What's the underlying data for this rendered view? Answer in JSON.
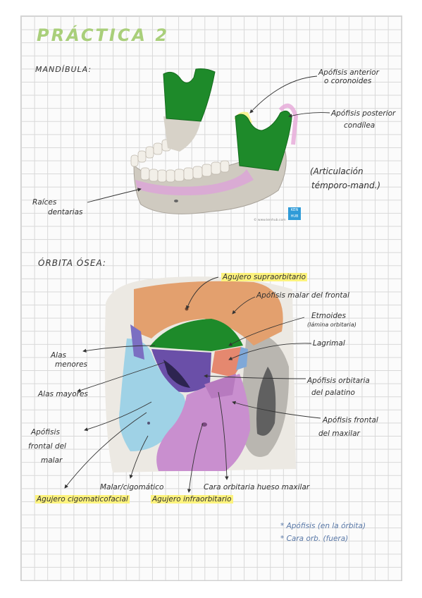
{
  "title": "PRÁCTICA 2",
  "mandible": {
    "heading": "MANDÍBULA:",
    "labels": {
      "coronoid_1": "Apófisis anterior",
      "coronoid_2": "o coronoides",
      "condylar_1": "Apófisis posterior",
      "condylar_2": "condílea",
      "joint_1": "(Articulación",
      "joint_2": "témporo-mand.)",
      "roots_1": "Raíces",
      "roots_2": "dentarias"
    },
    "badge": "KEN HUB",
    "credit": "© www.kenhub.com"
  },
  "orbit": {
    "heading": "ÓRBITA ÓSEA:",
    "labels": {
      "supraorbital": "Agujero supraorbitario",
      "zygomatic_process_frontal": "Apófisis malar del frontal",
      "ethmoid": "Etmoides",
      "ethmoid_sub": "(lámina orbitaria)",
      "lacrimal": "Lagrimal",
      "lesser_wings_1": "Alas",
      "lesser_wings_2": "menores",
      "greater_wings": "Alas mayores",
      "orbital_process_palatine_1": "Apófisis orbitaria",
      "orbital_process_palatine_2": "del palatino",
      "frontal_process_maxilla_1": "Apófisis frontal",
      "frontal_process_maxilla_2": "del maxilar",
      "frontal_process_zygoma_1": "Apófisis",
      "frontal_process_zygoma_2": "frontal del",
      "frontal_process_zygoma_3": "malar",
      "malar": "Malar/cigomático",
      "orbital_face_maxilla": "Cara orbitaria hueso maxilar",
      "zygomaticofacial": "Agujero cigomaticofacial",
      "infraorbital": "Agujero infraorbitario"
    }
  },
  "legend": {
    "line1": "* Apófisis (en la órbita)",
    "line2": "* Cara orb. (fuera)"
  },
  "colors": {
    "title_green": "#a9cf7a",
    "highlight_yellow": "#fdf37d",
    "legend_blue": "#5a79a8",
    "bone_green": "#1e8a2a",
    "bone_orange": "#e3a06e",
    "bone_blue": "#9fd2e6",
    "bone_purple": "#c98fcf",
    "bone_violet": "#6a4fa8",
    "bone_salmon": "#e5886f"
  }
}
